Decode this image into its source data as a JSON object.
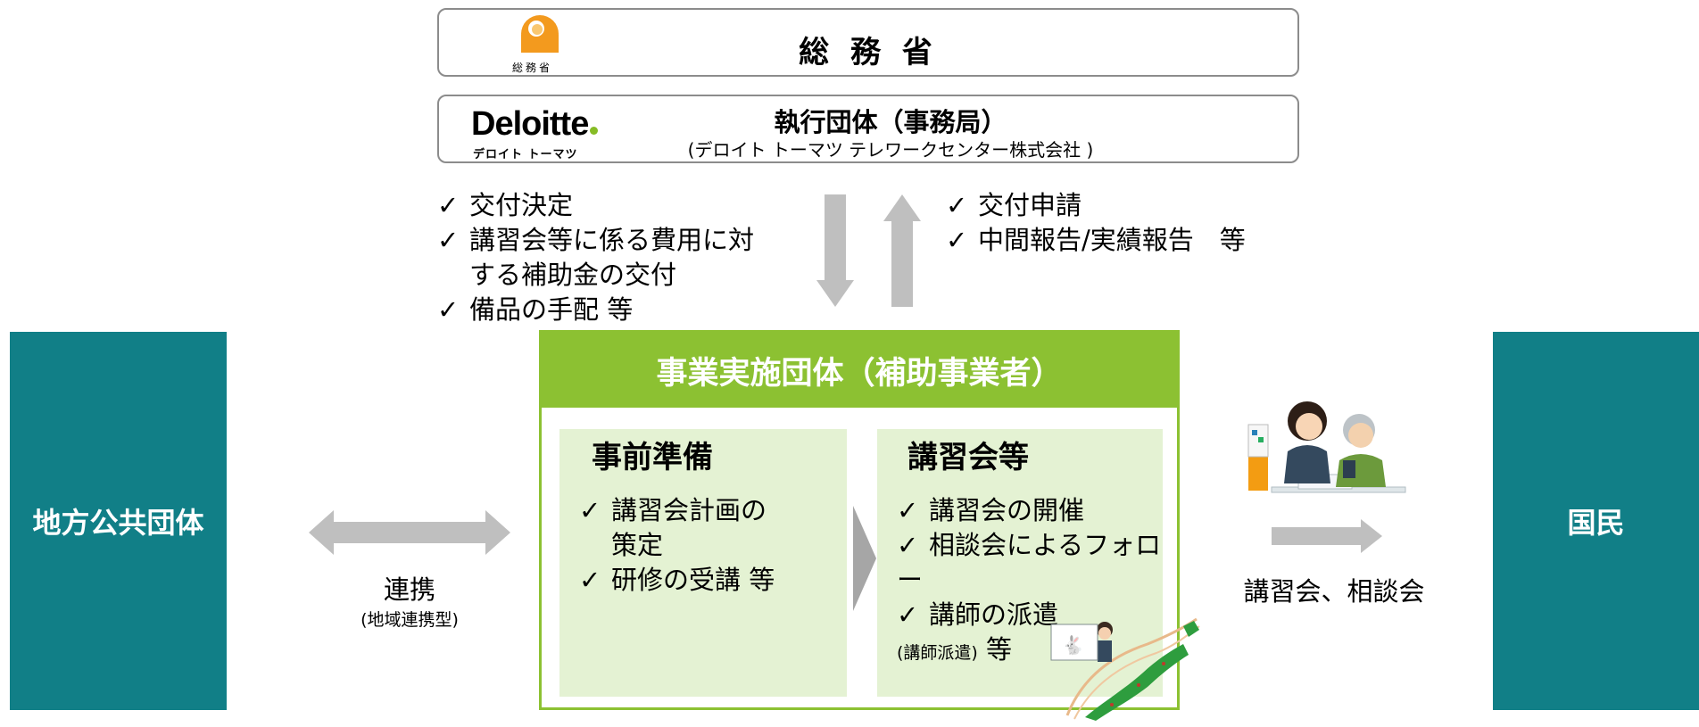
{
  "ministry": {
    "title": "総 務 省",
    "logo_text": "総務省"
  },
  "secretariat": {
    "logo": "Deloitte",
    "logo_kana": "デロイト トーマツ",
    "title": "執行団体（事務局）",
    "subtitle": "(デロイト トーマツ テレワークセンター株式会社 )"
  },
  "downward_items": [
    {
      "check": "✓",
      "text": "交付決定"
    },
    {
      "check": "✓",
      "text": "講習会等に係る費用に対"
    },
    {
      "check": "",
      "text": "する補助金の交付"
    },
    {
      "check": "✓",
      "text": "備品の手配 等"
    }
  ],
  "upward_items": [
    {
      "check": "✓",
      "text": "交付申請"
    },
    {
      "check": "✓",
      "text": "中間報告/実績報告　等"
    }
  ],
  "local_government": {
    "label": "地方公共団体"
  },
  "citizens": {
    "label": "国民"
  },
  "cooperation": {
    "label": "連携",
    "sublabel": "(地域連携型)"
  },
  "implementer": {
    "title": "事業実施団体（補助事業者）",
    "preparation": {
      "title": "事前準備",
      "items": [
        {
          "check": "✓",
          "text": "講習会計画の"
        },
        {
          "check": "",
          "text": "策定"
        },
        {
          "check": "✓",
          "text": "研修の受講 等"
        }
      ]
    },
    "lectures": {
      "title": "講習会等",
      "items": [
        {
          "check": "✓",
          "text": "講習会の開催"
        },
        {
          "check": "✓",
          "text": "相談会によるフォロー"
        },
        {
          "check": "✓",
          "text": "講師の派遣"
        }
      ],
      "note_small": "(講師派遣)",
      "note_suffix": " 等"
    }
  },
  "delivery": {
    "label": "講習会、相談会"
  },
  "colors": {
    "teal": "#117f87",
    "green": "#8cc132",
    "light_green": "#e4f2d3",
    "arrow_gray": "#bfbfbf",
    "deloitte_green": "#86bc25"
  }
}
